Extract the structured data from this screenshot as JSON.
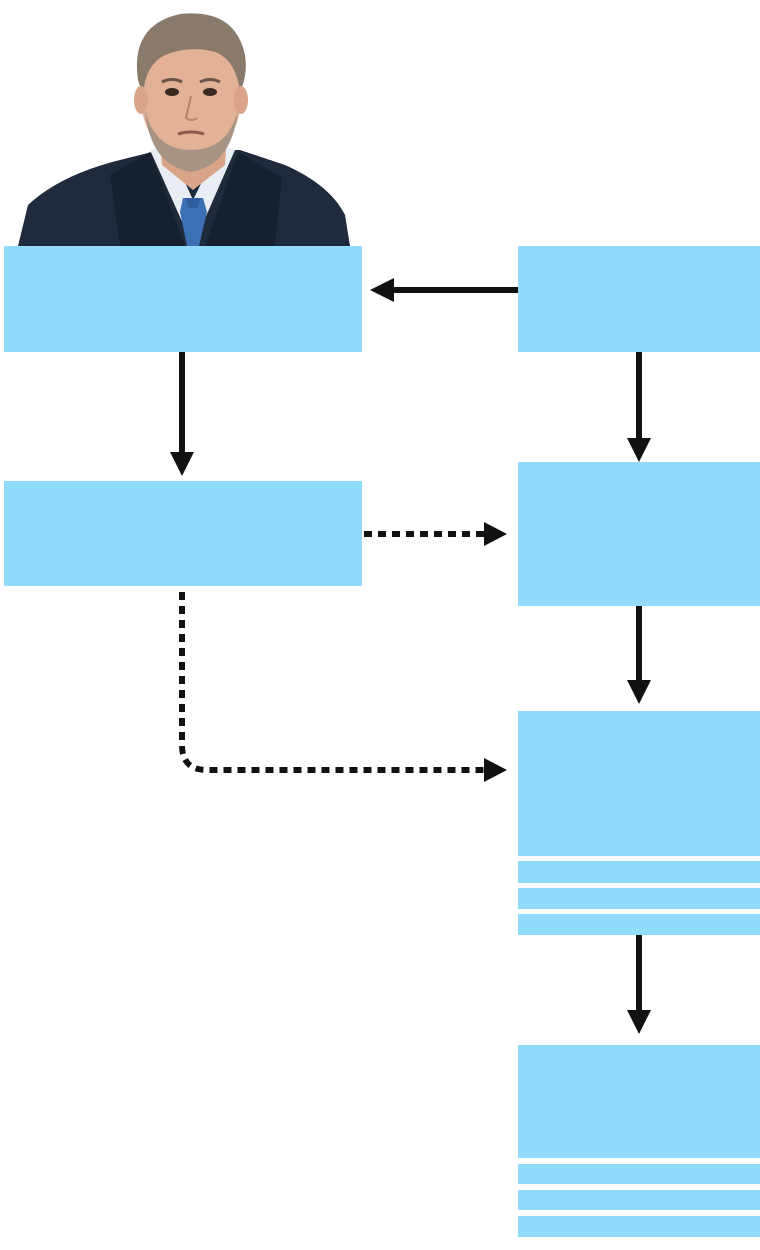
{
  "diagram": {
    "colors": {
      "box_fill": "#91dbfc",
      "arrow": "#111111",
      "background": "#ffffff"
    },
    "portrait": {
      "description_icon": "person-photo-icon"
    },
    "nodes": [
      {
        "id": "top-left",
        "label": ""
      },
      {
        "id": "top-right",
        "label": ""
      },
      {
        "id": "middle-left",
        "label": ""
      },
      {
        "id": "middle-right",
        "label": ""
      },
      {
        "id": "lower-right",
        "label": ""
      },
      {
        "id": "bottom-right",
        "label": ""
      }
    ],
    "edges": [
      {
        "from": "top-right",
        "to": "top-left",
        "style": "solid"
      },
      {
        "from": "top-left",
        "to": "middle-left",
        "style": "solid"
      },
      {
        "from": "top-right",
        "to": "middle-right",
        "style": "solid"
      },
      {
        "from": "middle-left",
        "to": "middle-right",
        "style": "dotted"
      },
      {
        "from": "middle-left",
        "to": "lower-right",
        "style": "dotted"
      },
      {
        "from": "middle-right",
        "to": "lower-right",
        "style": "solid"
      },
      {
        "from": "lower-right",
        "to": "bottom-right",
        "style": "solid"
      }
    ]
  }
}
